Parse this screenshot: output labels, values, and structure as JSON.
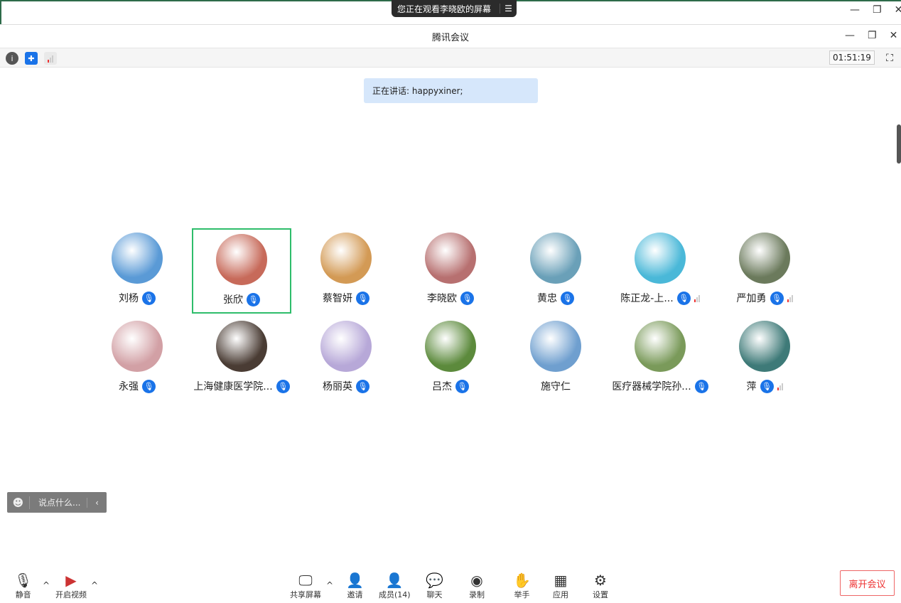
{
  "share_banner": {
    "text": "您正在观看李晓欧的屏幕",
    "menu_icon": "menu-icon"
  },
  "window": {
    "title": "腾讯会议",
    "minimize": "—",
    "restore": "❐",
    "close": "✕"
  },
  "toolbar": {
    "timer": "01:51:19"
  },
  "speaking": "正在讲话: happyxiner;",
  "participants": [
    {
      "name": "刘杨",
      "color": "#5a9ad6",
      "mic": true,
      "signal": false
    },
    {
      "name": "张欣",
      "color": "#c76a5a",
      "mic": true,
      "signal": false,
      "active": true
    },
    {
      "name": "蔡智妍",
      "color": "#d39a55",
      "mic": true,
      "signal": false
    },
    {
      "name": "李晓欧",
      "color": "#b77070",
      "mic": true,
      "signal": false
    },
    {
      "name": "黄忠",
      "color": "#6aa0b8",
      "mic": true,
      "signal": false
    },
    {
      "name": "陈正龙-上...",
      "color": "#4ab8d8",
      "mic": true,
      "signal": true
    },
    {
      "name": "严加勇",
      "color": "#6b7a5c",
      "mic": true,
      "signal": true
    },
    {
      "name": "永强",
      "color": "#d2a0a5",
      "mic": true,
      "signal": false
    },
    {
      "name": "上海健康医学院...",
      "color": "#4a3c34",
      "mic": true,
      "signal": false
    },
    {
      "name": "杨丽英",
      "color": "#b7a8d8",
      "mic": true,
      "signal": false
    },
    {
      "name": "吕杰",
      "color": "#5c8a3c",
      "mic": true,
      "signal": false
    },
    {
      "name": "施守仁",
      "color": "#6f9fcf",
      "mic": false,
      "signal": false
    },
    {
      "name": "医疗器械学院孙...",
      "color": "#7a9a5a",
      "mic": true,
      "signal": false
    },
    {
      "name": "萍",
      "color": "#3e7a78",
      "mic": true,
      "signal": true
    }
  ],
  "chat": {
    "placeholder": "说点什么..."
  },
  "bottom": {
    "mute": "静音",
    "video": "开启视频",
    "share": "共享屏幕",
    "invite": "邀请",
    "members": "成员(14)",
    "chat": "聊天",
    "record": "录制",
    "hand": "举手",
    "apps": "应用",
    "settings": "设置",
    "leave": "离开会议"
  }
}
